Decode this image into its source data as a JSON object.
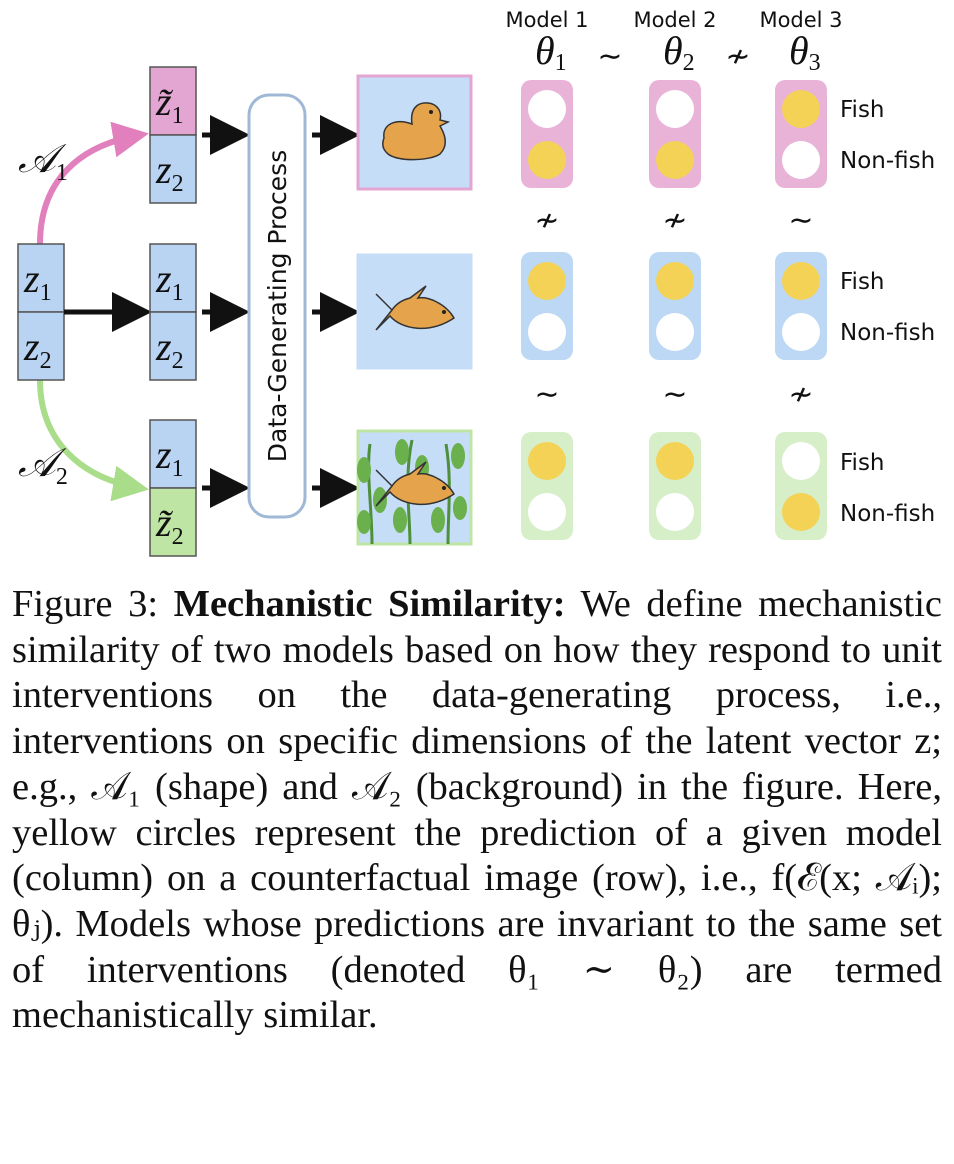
{
  "diagram": {
    "models": [
      {
        "name": "Model 1",
        "theta": "θ",
        "index": "1"
      },
      {
        "name": "Model 2",
        "theta": "θ",
        "index": "2"
      },
      {
        "name": "Model 3",
        "theta": "θ",
        "index": "3"
      }
    ],
    "header_relations": [
      "∼",
      "≁"
    ],
    "interventions": [
      {
        "symbol": "𝒜",
        "index": "1",
        "color": "#e27fbd"
      },
      {
        "symbol": "𝒜",
        "index": "2",
        "color": "#a9dd8a"
      }
    ],
    "latents": {
      "original": [
        {
          "symbol": "z",
          "index": "1"
        },
        {
          "symbol": "z",
          "index": "2"
        }
      ],
      "row1": [
        {
          "symbol": "z̃",
          "index": "1"
        },
        {
          "symbol": "z",
          "index": "2"
        }
      ],
      "row2": [
        {
          "symbol": "z",
          "index": "1"
        },
        {
          "symbol": "z",
          "index": "2"
        }
      ],
      "row3": [
        {
          "symbol": "z",
          "index": "1"
        },
        {
          "symbol": "z̃",
          "index": "2"
        }
      ]
    },
    "process_label": "Data-Generating Process",
    "class_labels": [
      "Fish",
      "Non-fish"
    ],
    "rows": [
      {
        "image": "duck",
        "predictions": [
          "Non-fish",
          "Non-fish",
          "Fish"
        ],
        "panel_color": "#e9b3d8"
      },
      {
        "image": "fish",
        "predictions": [
          "Fish",
          "Fish",
          "Fish"
        ],
        "panel_color": "#bcd8f5"
      },
      {
        "image": "fish-in-plants",
        "predictions": [
          "Fish",
          "Fish",
          "Non-fish"
        ],
        "panel_color": "#d6efc8"
      }
    ],
    "row_relations": [
      [
        "≁",
        "≁",
        "∼"
      ],
      [
        "∼",
        "∼",
        "≁"
      ]
    ],
    "colors": {
      "latent_blue": "#b9d3f3",
      "latent_pink": "#e3a6d3",
      "latent_green": "#bfe5a5",
      "prediction_yellow": "#f4d256",
      "image_bg": "#c5ddf6",
      "object_orange": "#e5a44b"
    }
  },
  "caption": {
    "label": "Figure 3:",
    "title": "Mechanistic Similarity:",
    "text": "We define mechanistic similarity of two models based on how they respond to unit interventions on the data-generating process, i.e., interventions on specific dimensions of the latent vector z; e.g., 𝒜₁ (shape) and 𝒜₂ (background) in the figure. Here, yellow circles represent the prediction of a given model (column) on a counterfactual image (row), i.e., f(ℰ(x; 𝒜ᵢ); θⱼ). Models whose predictions are invariant to the same set of interventions (denoted θ₁ ∼ θ₂) are termed mechanistically similar."
  }
}
